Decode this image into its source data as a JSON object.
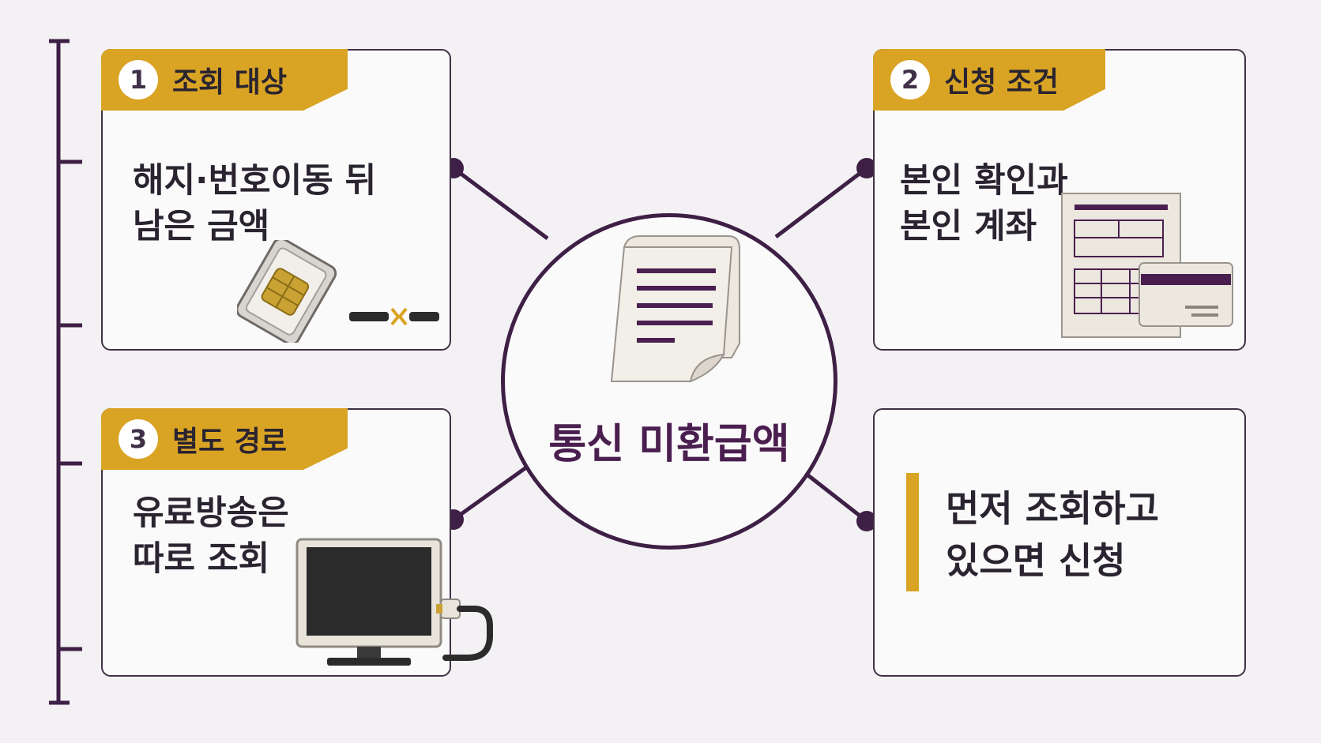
{
  "center": {
    "title": "통신 미환급액",
    "icon": "document-icon"
  },
  "cards": [
    {
      "number": "1",
      "label": "조회 대상",
      "text_line1": "해지·번호이동 뒤",
      "text_line2": "남은 금액",
      "icon": "sim-card-icon"
    },
    {
      "number": "2",
      "label": "신청 조건",
      "text_line1": "본인 확인과",
      "text_line2": "본인 계좌",
      "icon": "form-and-card-icon"
    },
    {
      "number": "3",
      "label": "별도 경로",
      "text_line1": "유료방송은",
      "text_line2": "따로 조회",
      "icon": "tv-monitor-icon"
    },
    {
      "text_line1": "먼저 조회하고",
      "text_line2": "있으면 신청"
    }
  ],
  "colors": {
    "accent": "#d9a324",
    "primary": "#3e1f45",
    "background": "#f3f1f4"
  }
}
